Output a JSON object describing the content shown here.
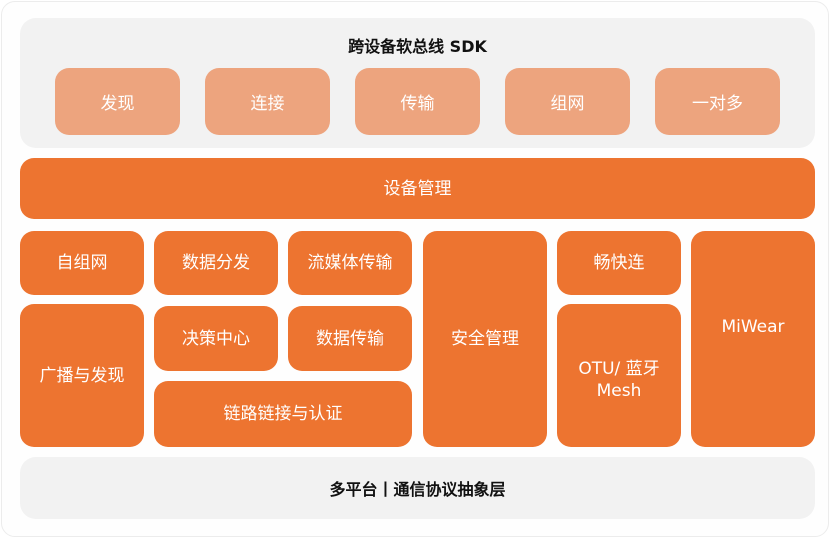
{
  "sdk": {
    "title": "跨设备软总线 SDK",
    "capabilities": [
      "发现",
      "连接",
      "传输",
      "组网",
      "一对多"
    ]
  },
  "device_management": {
    "label": "设备管理"
  },
  "modules": {
    "ad_hoc_network": "自组网",
    "data_distribution": "数据分发",
    "streaming": "流媒体传输",
    "security": "安全管理",
    "quick_connect": "畅快连",
    "miwear": "MiWear",
    "broadcast_discovery": "广播与发现",
    "decision_center": "决策中心",
    "data_transfer": "数据传输",
    "otu_mesh_line1": "OTU/ 蓝牙",
    "otu_mesh_line2": "Mesh",
    "link_auth": "链路链接与认证"
  },
  "abstraction_layer": {
    "label": "多平台丨通信协议抽象层"
  },
  "colors": {
    "primary": "#ed7430",
    "light": "#eda47e",
    "panel": "#f2f2f2"
  }
}
